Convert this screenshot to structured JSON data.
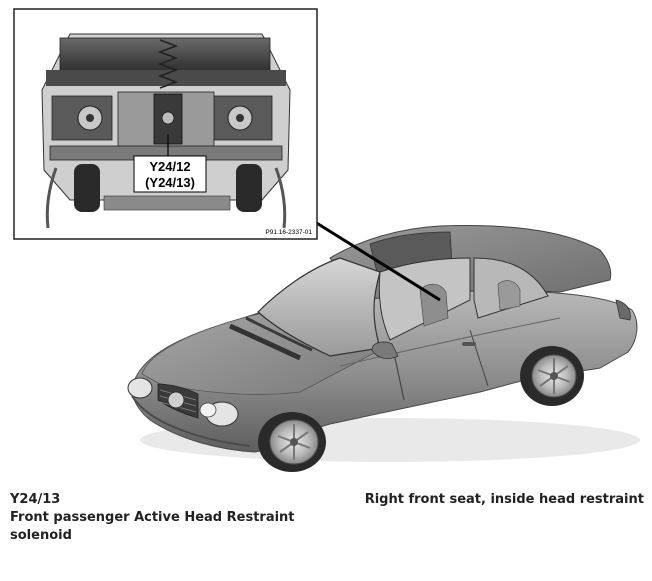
{
  "detail": {
    "callout_primary": "Y24/12",
    "callout_secondary": "(Y24/13)",
    "figure_id": "P91.16-2337-01"
  },
  "caption_left": {
    "code": "Y24/13",
    "description": "Front passenger Active Head Restraint solenoid"
  },
  "caption_right": {
    "location": "Right front seat, inside head restraint"
  }
}
